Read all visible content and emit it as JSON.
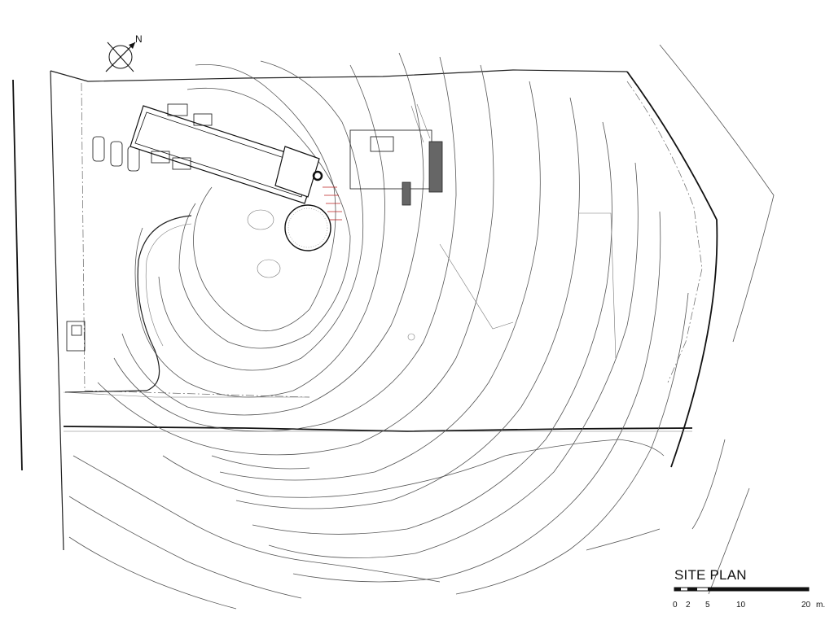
{
  "north_label": "N",
  "title": "SITE PLAN",
  "scale_bar": {
    "ticks": [
      "0",
      "2",
      "5",
      "10",
      "20"
    ],
    "unit": "m."
  }
}
